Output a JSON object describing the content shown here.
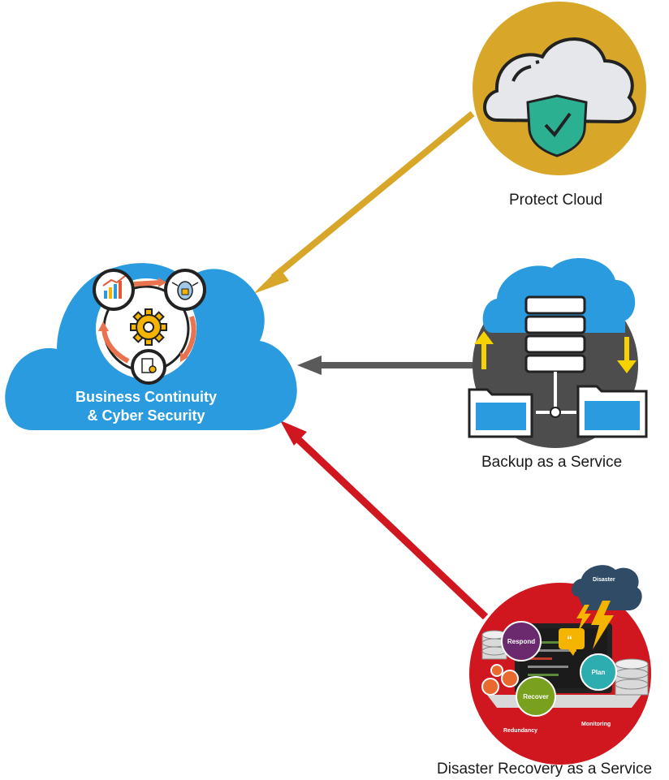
{
  "hub": {
    "title_line1": "Business Continuity",
    "title_line2": "&  Cyber Security"
  },
  "nodes": [
    {
      "label": "Protect Cloud",
      "color": "#d8a729"
    },
    {
      "label": "Backup as a Service",
      "color": "#4d4d4d"
    },
    {
      "label": "Disaster Recovery as a Service",
      "color": "#d0161e"
    }
  ],
  "dr_icon": {
    "cloud_text": "Disaster",
    "respond": "Respond",
    "plan": "Plan",
    "recover": "Recover",
    "redundancy": "Redundancy",
    "monitoring": "Monitoring"
  },
  "colors": {
    "hub_blue": "#2b9be0",
    "arrow_gold": "#d8a729",
    "arrow_gray": "#5a5a5a",
    "arrow_red": "#d0161e"
  }
}
